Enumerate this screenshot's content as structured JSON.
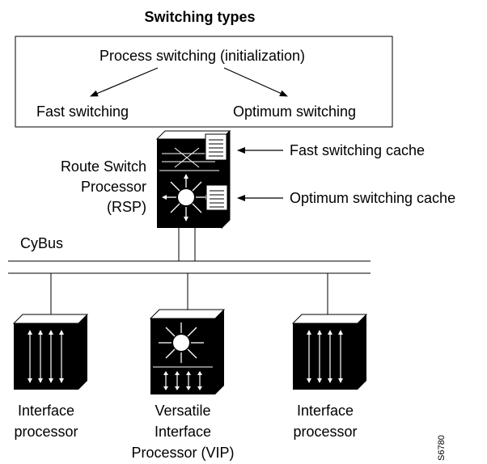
{
  "title": "Switching types",
  "switching": {
    "process": "Process switching (initialization)",
    "fast": "Fast switching",
    "optimum": "Optimum switching"
  },
  "rsp": {
    "line1": "Route Switch",
    "line2": "Processor",
    "line3": "(RSP)"
  },
  "caches": {
    "fast": "Fast switching cache",
    "optimum": "Optimum switching cache"
  },
  "bus": "CyBus",
  "processors": {
    "left": {
      "line1": "Interface",
      "line2": "processor"
    },
    "middle": {
      "line1": "Versatile",
      "line2": "Interface",
      "line3": "Processor (VIP)"
    },
    "right": {
      "line1": "Interface",
      "line2": "processor"
    }
  },
  "figure_id": "S6780"
}
